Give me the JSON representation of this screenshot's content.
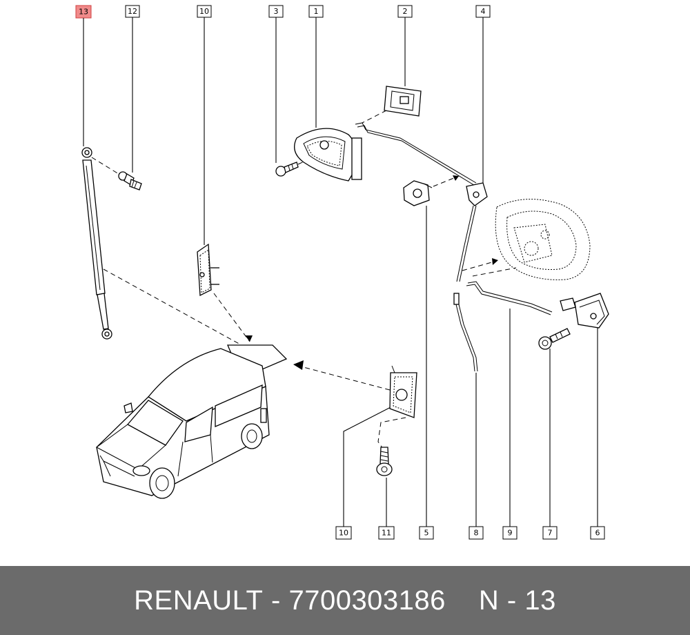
{
  "footer": {
    "brand": "RENAULT",
    "separator": "-",
    "part_number": "7700303186",
    "position_label": "N - 13"
  },
  "highlighted_callout": "13",
  "highlight_color": "#f08a8a",
  "footer_bg": "#6b6b6b",
  "callouts": {
    "c1": "1",
    "c2": "2",
    "c3": "3",
    "c4": "4",
    "c5": "5",
    "c6": "6",
    "c7": "7",
    "c8": "8",
    "c9": "9",
    "c10_top": "10",
    "c10_bottom": "10",
    "c11": "11",
    "c12": "12",
    "c13": "13"
  }
}
